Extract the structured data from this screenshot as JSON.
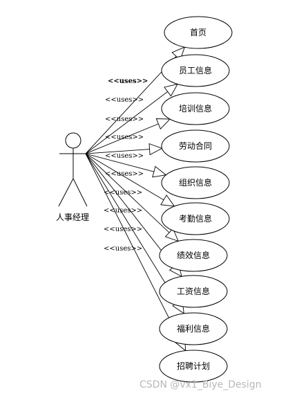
{
  "actor": {
    "name": "人事经理"
  },
  "relation_label": "<<uses>>",
  "use_cases": [
    "首页",
    "员工信息",
    "培训信息",
    "劳动合同",
    "组织信息",
    "考勤信息",
    "绩效信息",
    "工资信息",
    "福利信息",
    "招聘计划"
  ],
  "watermark": "CSDN @vx1_Biye_Design"
}
